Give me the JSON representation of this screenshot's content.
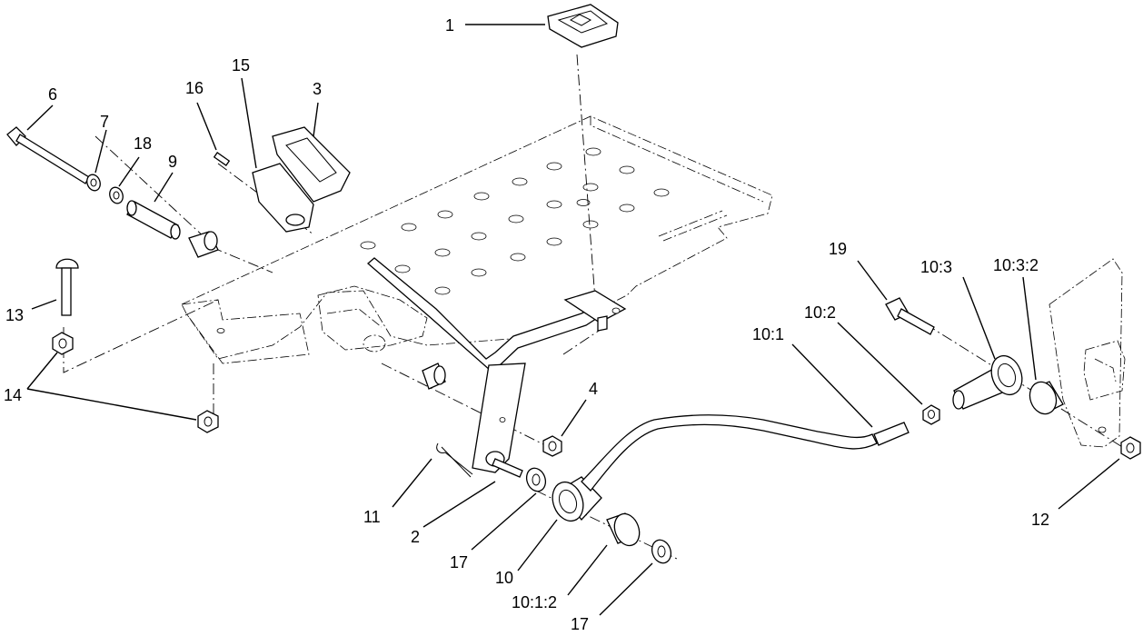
{
  "diagram": {
    "callouts": {
      "c1": "1",
      "c2": "2",
      "c3": "3",
      "c4": "4",
      "c6": "6",
      "c7": "7",
      "c9": "9",
      "c10": "10",
      "c10_1": "10:1",
      "c10_1_2": "10:1:2",
      "c10_2": "10:2",
      "c10_3": "10:3",
      "c10_3_2": "10:3:2",
      "c11": "11",
      "c12": "12",
      "c13": "13",
      "c14": "14",
      "c15": "15",
      "c16": "16",
      "c17a": "17",
      "c17b": "17",
      "c18": "18",
      "c19": "19"
    }
  }
}
